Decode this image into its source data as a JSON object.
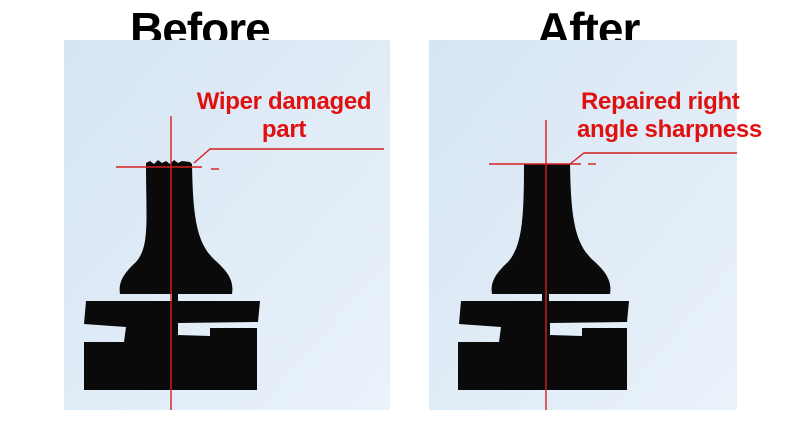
{
  "before": {
    "heading": "Before",
    "annotation_line1": "Wiper damaged",
    "annotation_line2": "part"
  },
  "after": {
    "heading": "After",
    "annotation_line1": "Repaired right",
    "annotation_line2": "angle sharpness"
  },
  "colors": {
    "panel_background": "#e3eef8",
    "blade": "#0a0a0a",
    "guide_line": "#d42020",
    "annotation_text": "#e01010"
  }
}
